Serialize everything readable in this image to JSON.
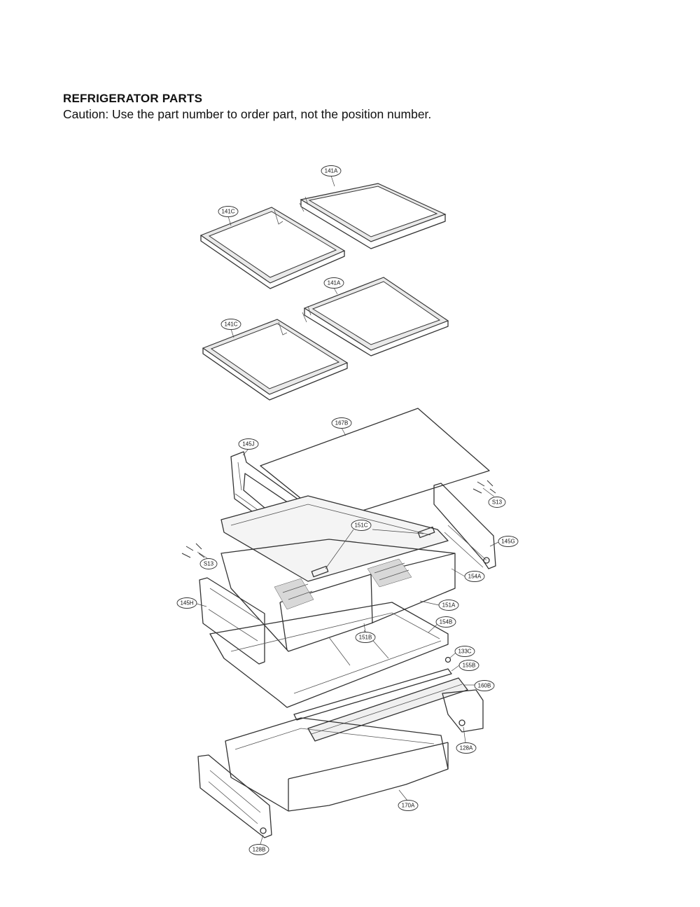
{
  "header": {
    "title": "REFRIGERATOR PARTS",
    "caution": "Caution: Use the part number to order part, not the position number."
  },
  "callouts": {
    "c141A_top": "141A",
    "c141C_top": "141C",
    "c141A_mid": "141A",
    "c141C_mid": "141C",
    "c167B": "167B",
    "c145J": "145J",
    "cS13_right": "S13",
    "c151C": "151C",
    "c145G": "145G",
    "cS13_left": "S13",
    "c154A": "154A",
    "c145H": "145H",
    "c151A": "151A",
    "c154B": "154B",
    "c151B": "151B",
    "c133C": "133C",
    "c155B": "155B",
    "c160B": "160B",
    "c128A": "128A",
    "c170A": "170A",
    "c128B": "128B"
  }
}
